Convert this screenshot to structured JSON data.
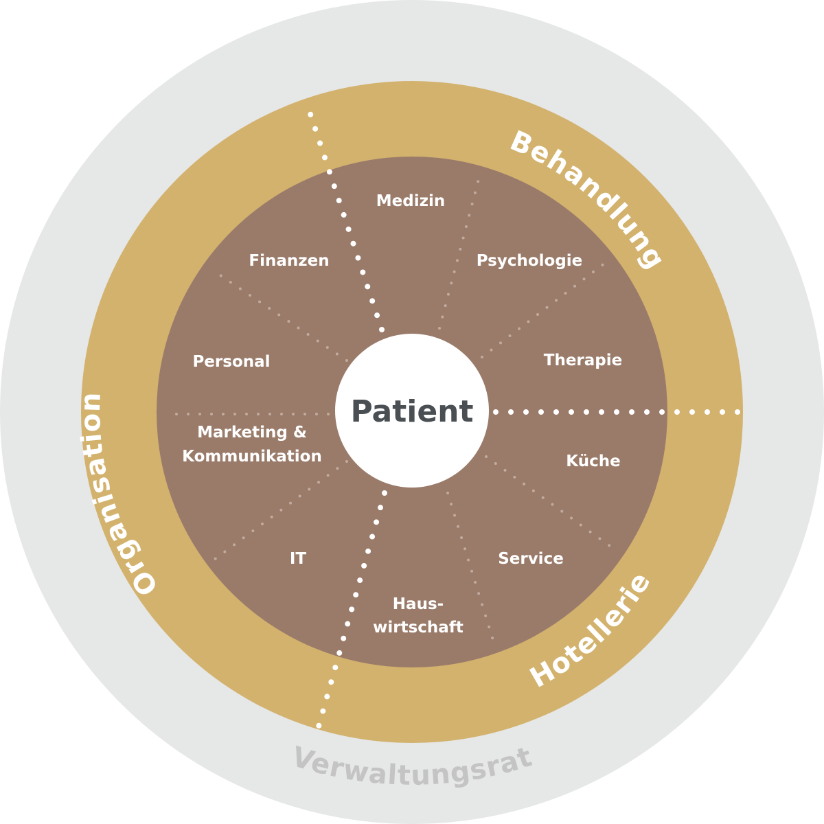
{
  "center": {
    "label": "Patient"
  },
  "rings": {
    "outer_label": "Verwaltungsrat",
    "segments": {
      "top_right": "Behandlung",
      "bottom_right": "Hotellerie",
      "left": "Organisation"
    }
  },
  "departments": {
    "medizin": "Medizin",
    "psychologie": "Psychologie",
    "therapie": "Therapie",
    "kueche": "Küche",
    "service": "Service",
    "hauswirtschaft_1": "Haus-",
    "hauswirtschaft_2": "wirtschaft",
    "it": "IT",
    "marketing_1": "Marketing &",
    "marketing_2": "Kommunikation",
    "personal": "Personal",
    "finanzen": "Finanzen"
  },
  "colors": {
    "outer_ring": "#e6e7e7",
    "middle_ring": "#d3b26e",
    "inner_disc": "#9a7b6a",
    "center_disc": "#ffffff",
    "center_text": "#4a4f53",
    "outer_text": "#c4c4c4",
    "label_text": "#ffffff",
    "minor_divider": "#c2ab9e"
  }
}
